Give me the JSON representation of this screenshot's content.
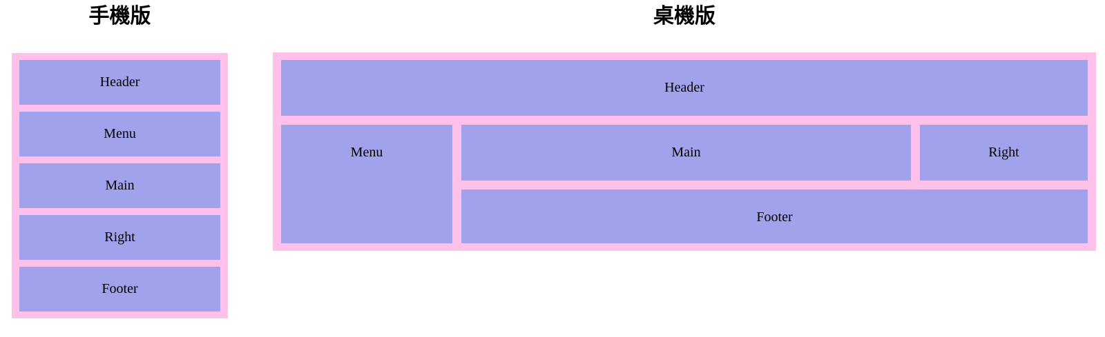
{
  "colors": {
    "frame_pink": "#ffc0e9",
    "box_purple": "#a2a2ec",
    "label_text": "#000000",
    "title_text": "#000000",
    "page_background": "#ffffff"
  },
  "mobile": {
    "title": "手機版",
    "boxes": [
      "Header",
      "Menu",
      "Main",
      "Right",
      "Footer"
    ]
  },
  "desktop": {
    "title": "桌機版",
    "areas": {
      "header": "Header",
      "menu": "Menu",
      "main": "Main",
      "right": "Right",
      "footer": "Footer"
    }
  }
}
